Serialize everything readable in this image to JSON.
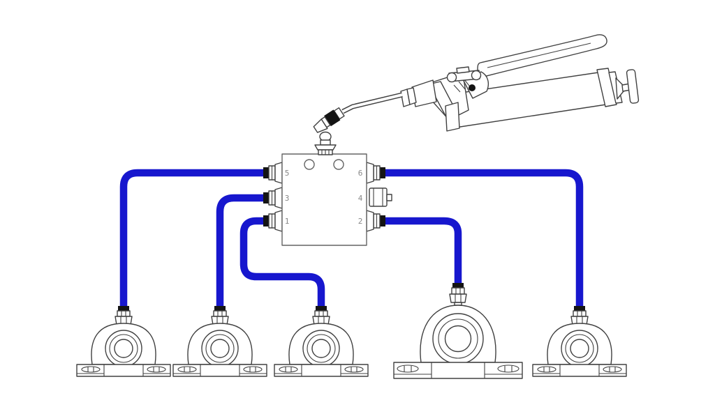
{
  "colors": {
    "tube_blue": "#1717ce",
    "line_dark": "#404040",
    "line_soft": "#636363",
    "fitting_black": "#141414",
    "port_label_gray": "#878787",
    "background": "#ffffff"
  },
  "manifold": {
    "ports": [
      {
        "label": "5"
      },
      {
        "label": "3"
      },
      {
        "label": "1"
      },
      {
        "label": "6"
      },
      {
        "label": "4"
      },
      {
        "label": "2"
      }
    ]
  }
}
